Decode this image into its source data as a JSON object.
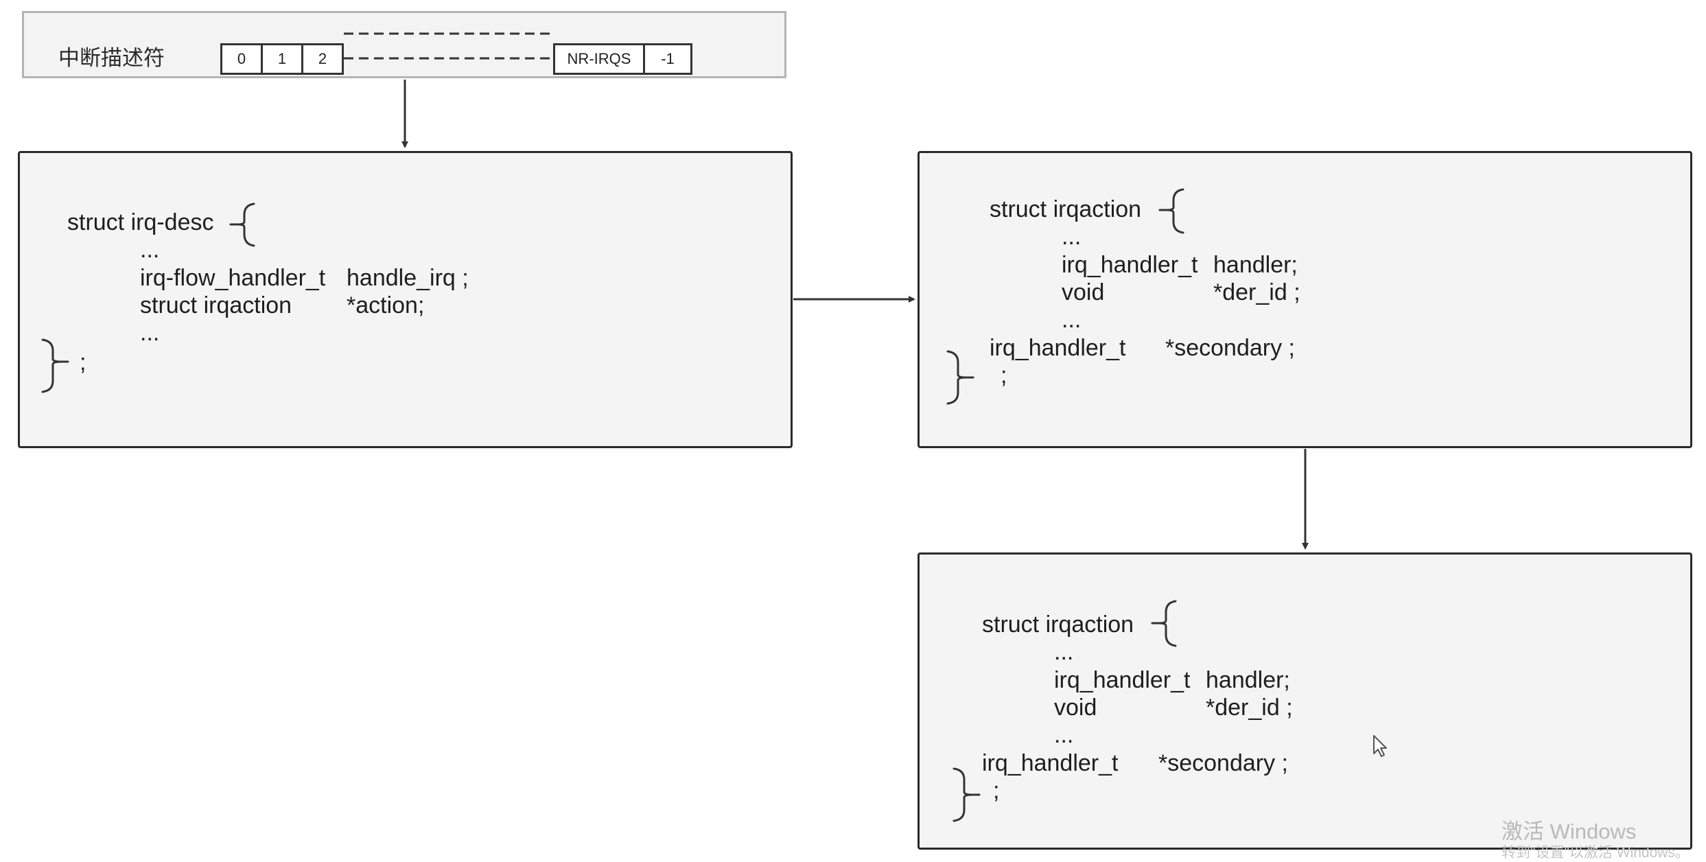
{
  "header": {
    "title": "中断描述符",
    "cells": [
      "0",
      "1",
      "2",
      "NR-IRQS",
      "-1"
    ]
  },
  "irq_desc": {
    "struct_line": "struct irq-desc",
    "ellipsis_top": "...",
    "field1_type": "irq-flow_handler_t",
    "field1_name": "handle_irq ;",
    "field2_type": "struct irqaction",
    "field2_name": "*action;",
    "ellipsis_bottom": "...",
    "close_semicolon": ";"
  },
  "irqaction_1": {
    "struct_line": "struct irqaction",
    "ellipsis_top": "...",
    "field1_type": "irq_handler_t",
    "field1_name": "handler;",
    "field2_type": "void",
    "field2_name": "*der_id ;",
    "ellipsis_bottom": "...",
    "field3_type": "irq_handler_t",
    "field3_name": "*secondary ;",
    "close_semicolon": ";"
  },
  "irqaction_2": {
    "struct_line": "struct irqaction",
    "ellipsis_top": "...",
    "field1_type": "irq_handler_t",
    "field1_name": "handler;",
    "field2_type": "void",
    "field2_name": "*der_id ;",
    "ellipsis_bottom": "...",
    "field3_type": "irq_handler_t",
    "field3_name": "*secondary ;",
    "close_semicolon": ";"
  },
  "watermark": {
    "line1": "激活 Windows",
    "line2": "转到\"设置\"以激活 Windows。"
  },
  "colors": {
    "box_fill": "#f4f4f4",
    "box_stroke": "#2a2a2a",
    "header_fill": "#f3f3f3",
    "header_stroke": "#b4b4b4",
    "arrow": "#333333"
  },
  "icons": {
    "cursor": "mouse-pointer-icon"
  }
}
